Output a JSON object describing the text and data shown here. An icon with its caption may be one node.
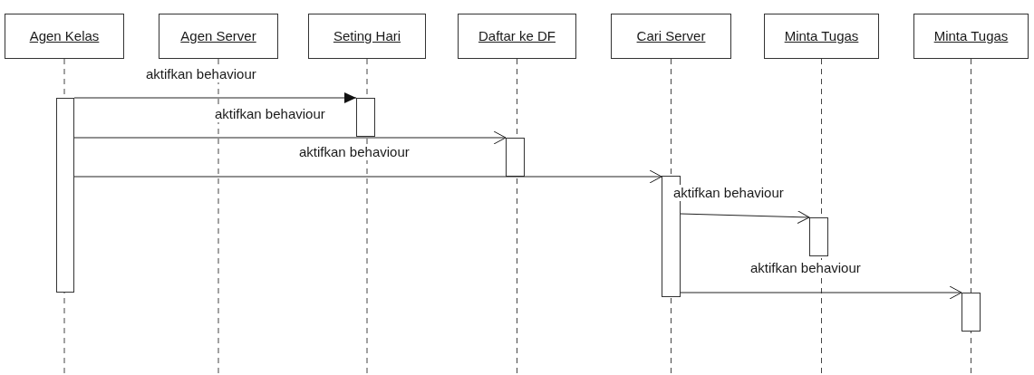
{
  "diagram": {
    "nodes": [
      {
        "text": [
          "Agen Kelas"
        ]
      },
      {
        "text": [
          "Agen Server"
        ]
      },
      {
        "text": [
          "Seting Hari"
        ]
      },
      {
        "text": [
          "Daftar ke DF"
        ]
      },
      {
        "text": [
          "Cari Server"
        ]
      },
      {
        "text": [
          "Minta Tugas"
        ]
      },
      {
        "text": [
          "Minta Tugas"
        ]
      },
      {
        "text": [],
        "shape": "bar"
      },
      {
        "text": [],
        "shape": "bar"
      },
      {
        "text": [],
        "shape": "bar"
      },
      {
        "text": [],
        "shape": "bar"
      },
      {
        "text": [],
        "shape": "bar"
      },
      {
        "text": [],
        "shape": "bar"
      }
    ],
    "edges": [
      {
        "from": 7,
        "to": 8,
        "arrow": "to",
        "label": "aktifkan behaviour"
      },
      {
        "from": 7,
        "to": 9,
        "arrow": "to",
        "label": "aktifkan behaviour"
      },
      {
        "from": 7,
        "to": 10,
        "arrow": "to",
        "label": "aktifkan behaviour"
      },
      {
        "from": 10,
        "to": 11,
        "arrow": "to",
        "label": "aktifkan behaviour"
      },
      {
        "from": 10,
        "to": 12,
        "arrow": "to",
        "label": "aktifkan behaviour"
      }
    ]
  }
}
